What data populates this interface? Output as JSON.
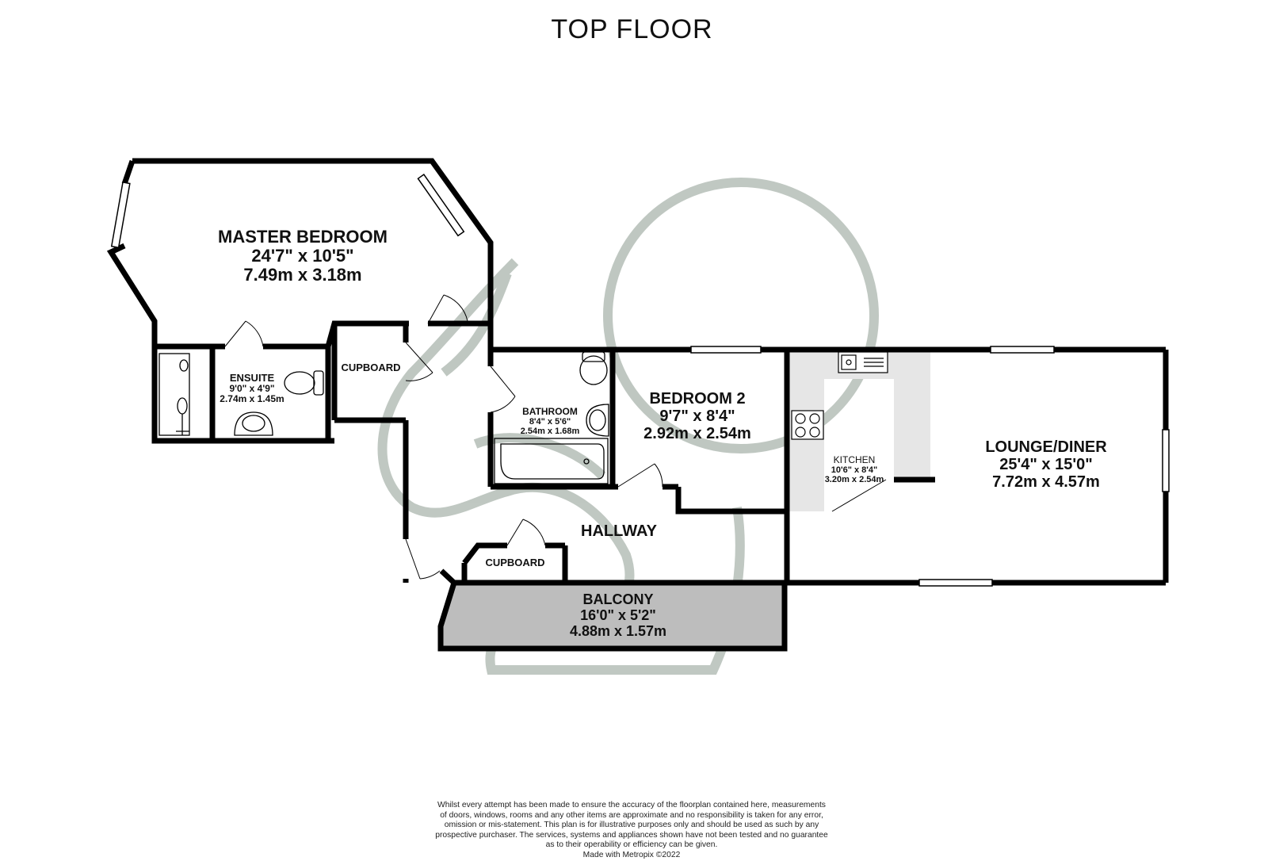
{
  "title": "TOP FLOOR",
  "rooms": {
    "master_bedroom": {
      "name": "MASTER BEDROOM",
      "imperial": "24'7\"  x 10'5\"",
      "metric": "7.49m  x 3.18m"
    },
    "ensuite": {
      "name": "ENSUITE",
      "imperial": "9'0\"  x 4'9\"",
      "metric": "2.74m  x 1.45m"
    },
    "cupboard_upper": {
      "name": "CUPBOARD"
    },
    "bathroom": {
      "name": "BATHROOM",
      "imperial": "8'4\"  x 5'6\"",
      "metric": "2.54m  x 1.68m"
    },
    "bedroom_2": {
      "name": "BEDROOM 2",
      "imperial": "9'7\"  x 8'4\"",
      "metric": "2.92m  x 2.54m"
    },
    "kitchen": {
      "name": "KITCHEN",
      "imperial": "10'6\"  x 8'4\"",
      "metric": "3.20m  x 2.54m"
    },
    "lounge_diner": {
      "name": "LOUNGE/DINER",
      "imperial": "25'4\"  x 15'0\"",
      "metric": "7.72m  x 4.57m"
    },
    "hallway": {
      "name": "HALLWAY"
    },
    "cupboard_lower": {
      "name": "CUPBOARD"
    },
    "balcony": {
      "name": "BALCONY",
      "imperial": "16'0\"  x 5'2\"",
      "metric": "4.88m  x 1.57m"
    }
  },
  "disclaimer": [
    "Whilst every attempt has been made to ensure the accuracy of the floorplan contained here, measurements",
    "of doors, windows, rooms and any other items are approximate and no responsibility is taken for any error,",
    "omission or mis-statement. This plan is for illustrative purposes only and should be used as such by any",
    "prospective purchaser. The services, systems and appliances shown have not been tested and no guarantee",
    "as to their operability or efficiency can be given.",
    "Made with Metropix ©2022"
  ],
  "colors": {
    "wall": "#000000",
    "balcony_fill": "#bdbdbd",
    "kitchen_fill": "#e6e6e6",
    "watermark": "#b9c2bb"
  },
  "icons": [
    "watermark-logo-icon",
    "shower-icon",
    "toilet-icon",
    "basin-icon",
    "bath-icon",
    "sink-icon",
    "hob-icon",
    "door-swing-icon",
    "window-icon"
  ]
}
